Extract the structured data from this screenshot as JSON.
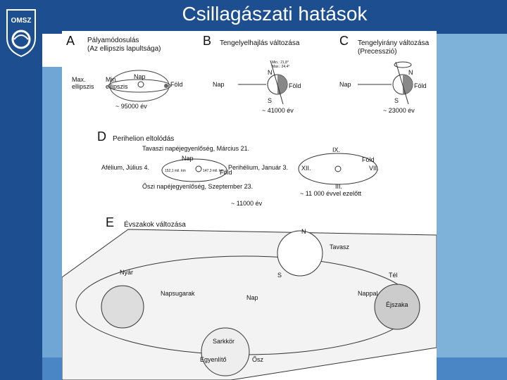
{
  "title": "Csillagászati hatások",
  "logo": {
    "text": "OMSZ",
    "icon": "omsz-logo-icon"
  },
  "colors": {
    "sidebar": "#1d4e8f",
    "band": "#4a86c5",
    "light_band": "#7fb2d9",
    "figure_bg": "#ffffff"
  },
  "panel_a": {
    "letter": "A",
    "heading1": "Pályamódosulás",
    "heading2": "(Az ellipszis lapultsága)",
    "nap": "Nap",
    "fold": "Föld",
    "max1": "Max.",
    "max2": "ellipszis",
    "min1": "Min.",
    "min2": "ellipszis",
    "period": "~ 95000 év"
  },
  "panel_b": {
    "letter": "B",
    "heading": "Tengelyelhajlás változása",
    "min": "Min.: 21,8°",
    "max": "Max.: 24,4°",
    "n": "N",
    "s": "S",
    "nap": "Nap",
    "fold": "Föld",
    "period": "~ 41000 év"
  },
  "panel_c": {
    "letter": "C",
    "heading1": "Tengelyirány változása",
    "heading2": "(Precesszió)",
    "n": "N",
    "s": "S",
    "nap": "Nap",
    "fold": "Föld",
    "period": "~ 23000 év"
  },
  "panel_d": {
    "letter": "D",
    "heading": "Perihelion eltolódás",
    "spring": "Tavaszi napéjegyenlőség, Március 21.",
    "nap": "Nap",
    "aphelion": "Afélium, Július 4.",
    "perihelion": "Perihélium, Január 3.",
    "fold": "Föld",
    "dist1": "152,1 mil. km",
    "dist2": "147,3 mil. km",
    "autumn": "Őszi napéjegyenlőség, Szeptember 23.",
    "ix": "IX.",
    "xii": "XII.",
    "vii": "VII.",
    "iii": "III.",
    "fold2": "Föld",
    "ago": "~ 11 000 évvel ezelőtt",
    "period": "~ 11000 év"
  },
  "panel_e": {
    "letter": "E",
    "heading": "Évszakok változása",
    "n": "N",
    "s": "S",
    "tavasz": "Tavasz",
    "nyar": "Nyár",
    "tel": "Tél",
    "napsugarak": "Napsugarak",
    "nappal": "Nappal",
    "ejszaka": "Éjszaka",
    "nap": "Nap",
    "sarkkor": "Sarkkör",
    "egyenlito": "Egyenlítő",
    "osz": "Ősz"
  }
}
